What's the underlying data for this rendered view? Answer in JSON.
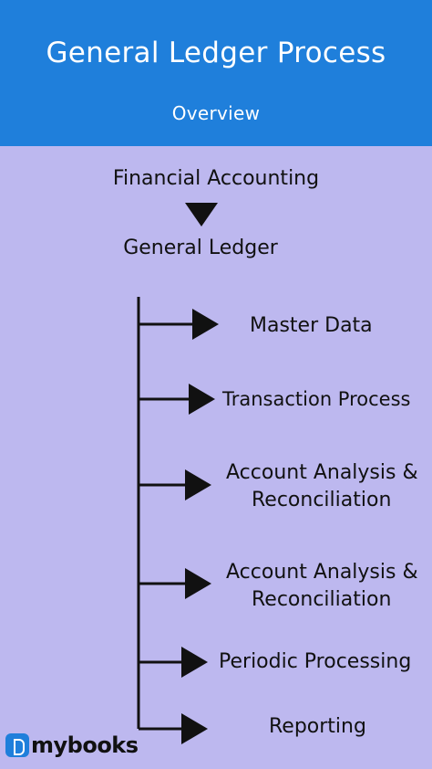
{
  "header": {
    "title": "General Ledger Process",
    "subtitle": "Overview"
  },
  "diagram": {
    "root": "Financial Accounting",
    "child": "General Ledger",
    "branches": [
      "Master Data",
      "Transaction Process",
      "Account Analysis &",
      "Reconciliation",
      "Account Analysis &",
      "Reconciliation",
      "Periodic Processing",
      "Reporting"
    ]
  },
  "brand": {
    "logo_text": "mybooks"
  },
  "colors": {
    "header_bg": "#1f7fdb",
    "page_bg": "#bdb8ef",
    "line": "#111111",
    "text": "#111111"
  }
}
